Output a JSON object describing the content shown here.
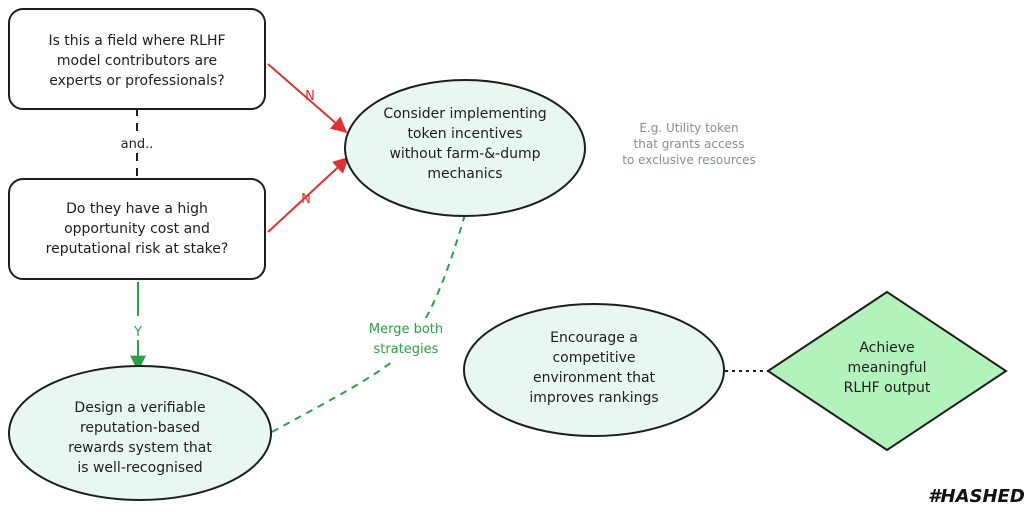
{
  "nodes": {
    "q1": {
      "lines": [
        "Is this a field where RLHF",
        "model contributors are",
        "experts or professionals?"
      ]
    },
    "q2": {
      "lines": [
        "Do they have a high",
        "opportunity cost and",
        "reputational risk at stake?"
      ]
    },
    "token": {
      "lines": [
        "Consider implementing",
        "token incentives",
        "without farm-&-dump",
        "mechanics"
      ]
    },
    "reputation": {
      "lines": [
        "Design a verifiable",
        "reputation-based",
        "rewards system that",
        "is well-recognised"
      ]
    },
    "compete": {
      "lines": [
        "Encourage a",
        "competitive",
        "environment that",
        "improves rankings"
      ]
    },
    "achieve": {
      "lines": [
        "Achieve",
        "meaningful",
        "RLHF output"
      ]
    }
  },
  "note": {
    "lines": [
      "E.g. Utility token",
      "that grants access",
      "to exclusive resources"
    ]
  },
  "edges": {
    "and_label": "and..",
    "no_label_1": "N",
    "no_label_2": "N",
    "yes_label": "Y",
    "merge_label": [
      "Merge both",
      "strategies"
    ]
  },
  "brand": "#HASHED",
  "colors": {
    "node_fill": "#e8f8f0",
    "diamond_fill": "#b2f2bb",
    "stroke": "#1e1e1e",
    "red": "#e03131",
    "green": "#2f9e44",
    "note": "#868e96"
  }
}
